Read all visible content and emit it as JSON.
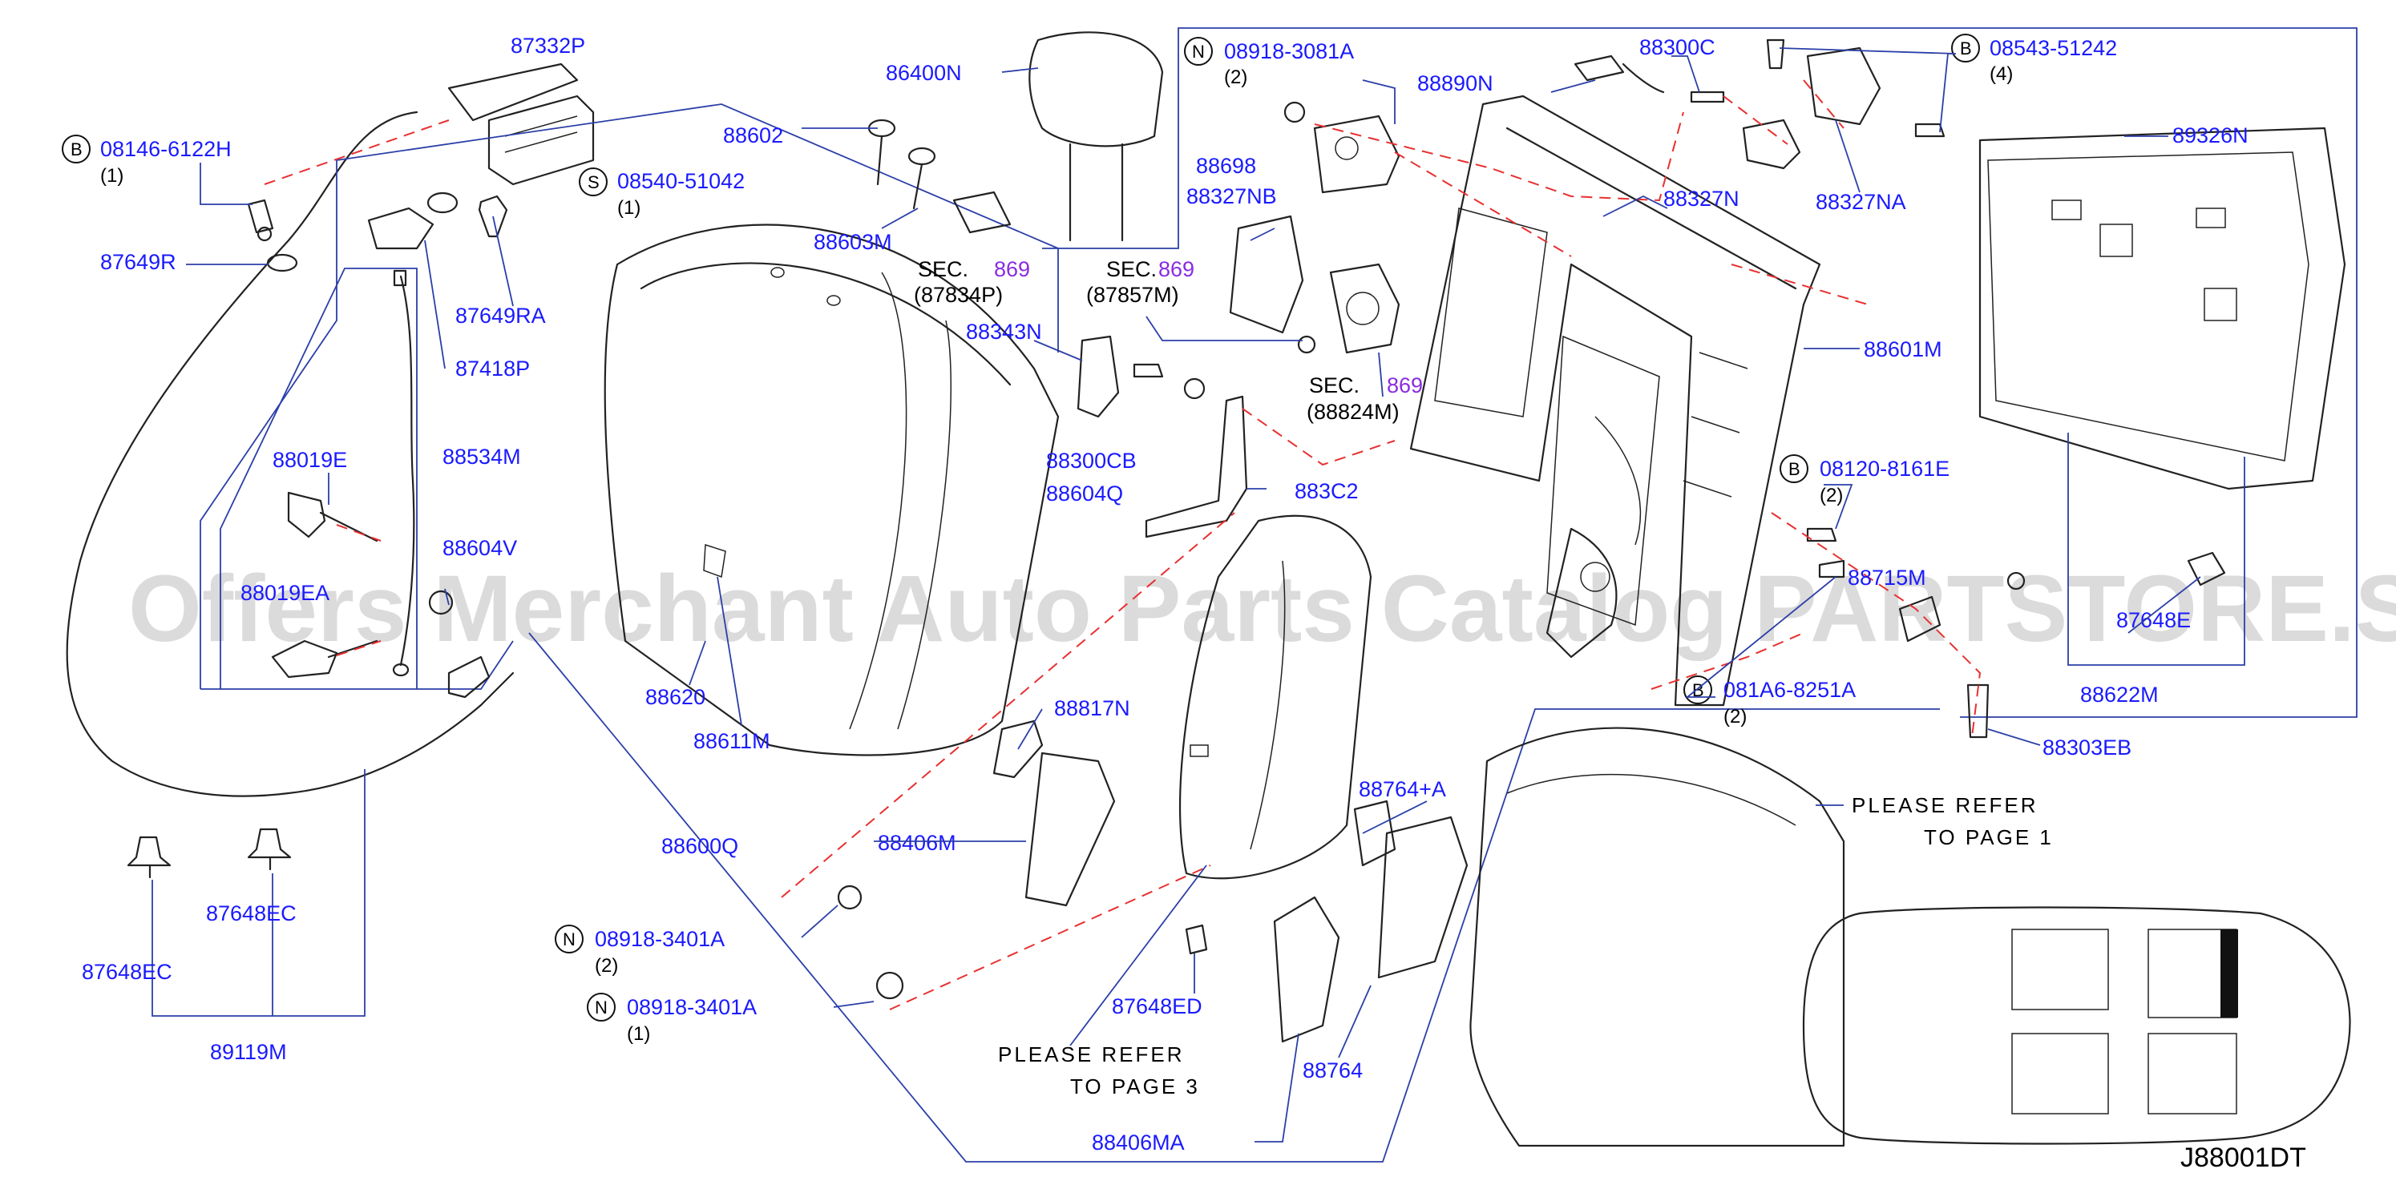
{
  "diagram_code": "J88001DT",
  "watermark": "Offers Merchant Auto Parts Catalog PARTSTORE.SA",
  "notes": {
    "refer_page_1": [
      "PLEASE   REFER",
      "TO   PAGE   1"
    ],
    "refer_page_3": [
      "PLEASE   REFER",
      "TO   PAGE   3"
    ]
  },
  "sections": [
    {
      "prefix": "SEC.",
      "number": "869",
      "ref": "(87834P)"
    },
    {
      "prefix": "SEC.",
      "number": "869",
      "ref": "(87857M)"
    },
    {
      "prefix": "SEC.",
      "number": "869",
      "ref": "(88824M)"
    }
  ],
  "fasteners": [
    {
      "prefix": "B",
      "code": "08146-6122H",
      "qty": "(1)"
    },
    {
      "prefix": "S",
      "code": "08540-51042",
      "qty": "(1)"
    },
    {
      "prefix": "N",
      "code": "08918-3081A",
      "qty": "(2)"
    },
    {
      "prefix": "B",
      "code": "08543-51242",
      "qty": "(4)"
    },
    {
      "prefix": "B",
      "code": "08120-8161E",
      "qty": "(2)"
    },
    {
      "prefix": "B",
      "code": "081A6-8251A",
      "qty": "(2)"
    },
    {
      "prefix": "N",
      "code": "08918-3401A",
      "qty": "(2)"
    },
    {
      "prefix": "N",
      "code": "08918-3401A",
      "qty": "(1)"
    }
  ],
  "parts": [
    "87332P",
    "87649R",
    "87649RA",
    "87418P",
    "88534M",
    "88019E",
    "88019EA",
    "88604V",
    "89119M",
    "87648EC",
    "87648EC",
    "88602",
    "88603M",
    "86400N",
    "88620",
    "88611M",
    "88600Q",
    "88343N",
    "88300CB",
    "88604Q",
    "883C2",
    "88698",
    "88327NB",
    "88890N",
    "88300C",
    "88327N",
    "88327NA",
    "89326N",
    "88601M",
    "88715M",
    "87648E",
    "88622M",
    "88303EB",
    "88817N",
    "88406M",
    "88764+A",
    "87648ED",
    "88764",
    "88406MA"
  ]
}
